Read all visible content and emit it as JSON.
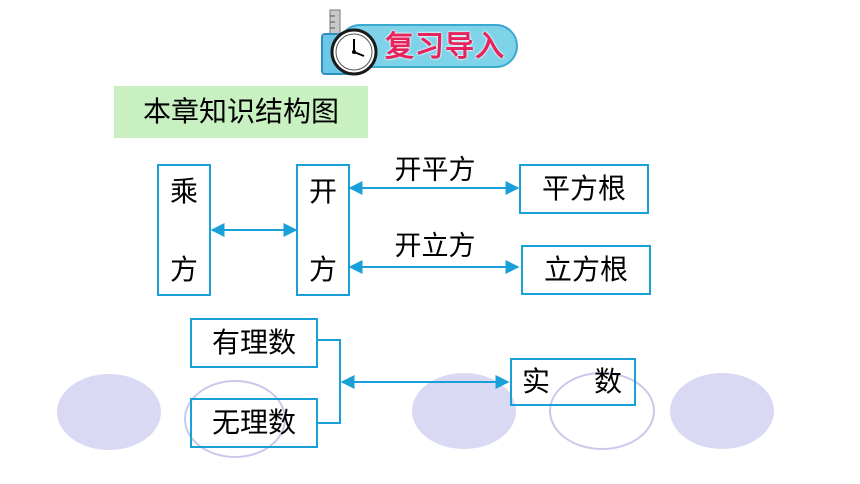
{
  "header": {
    "title": "复习导入",
    "icon": "clock-icon",
    "accent_color": "#e8225c",
    "banner_color": "#7fd3e9"
  },
  "section": {
    "title": "本章知识结构图",
    "bg_color": "#c9f0c0"
  },
  "diagram": {
    "power_chars": [
      "乘",
      "方"
    ],
    "root_chars": [
      "开",
      "方"
    ],
    "square_root_op": "开平方",
    "cube_root_op": "开立方",
    "square_root_result": "平方根",
    "cube_root_result": "立方根",
    "rational": "有理数",
    "irrational": "无理数",
    "real_left": "实",
    "real_right": "数",
    "box_border_color": "#1aa0d8"
  }
}
